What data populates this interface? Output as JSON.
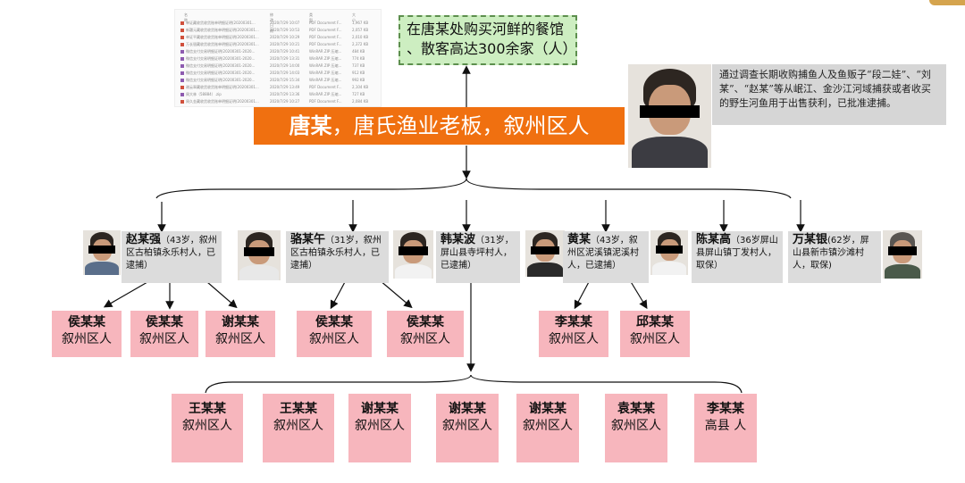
{
  "files": {
    "header": [
      "名称",
      "修改日期",
      "类型",
      "大小"
    ],
    "rows": [
      {
        "name": "单证藏收货收货账单明细证明(20200301...",
        "date": "2020/7/29 10:07",
        "type": "PDF Document F...",
        "size": "1,967 KB"
      },
      {
        "name": "新疆元藏收货收货账单明细证明(20200301...",
        "date": "2020/7/29 10:53",
        "type": "PDF Document F...",
        "size": "2,057 KB"
      },
      {
        "name": "单证平藏收货收货账单明细证明(20200301...",
        "date": "2020/7/29 10:29",
        "type": "PDF Document F...",
        "size": "2,010 KB"
      },
      {
        "name": "万长银藏收货收货账单明细证明(20200301...",
        "date": "2020/7/29 10:21",
        "type": "PDF Document F...",
        "size": "2,372 KB"
      },
      {
        "name": "微信支付交易明细证明(20200301-2020...",
        "date": "2020/7/29 10:41",
        "type": "WinRAR ZIP 压缩...",
        "size": "484 KB"
      },
      {
        "name": "微信支付交易明细证明(20200301-2020...",
        "date": "2020/7/29 13:31",
        "type": "WinRAR ZIP 压缩...",
        "size": "774 KB"
      },
      {
        "name": "微信支付交易明细证明(20200301-2020...",
        "date": "2020/7/29 14:00",
        "type": "WinRAR ZIP 压缩...",
        "size": "737 KB"
      },
      {
        "name": "微信支付交易明细证明(20200301-2020...",
        "date": "2020/7/29 14:03",
        "type": "WinRAR ZIP 压缩...",
        "size": "912 KB"
      },
      {
        "name": "微信支付交易明细证明(20200301-2020...",
        "date": "2020/7/29 15:34",
        "type": "WinRAR ZIP 压缩...",
        "size": "992 KB"
      },
      {
        "name": "谢云翠藏收货收货账单明细证明(20200301...",
        "date": "2020/7/29 13:49",
        "type": "PDF Document F...",
        "size": "2,104 KB"
      },
      {
        "name": "周大林（58884）.zip",
        "date": "2020/7/29 13:36",
        "type": "WinRAR ZIP 压缩...",
        "size": "727 KB"
      },
      {
        "name": "周久金藏收货收货账单明细证明(20200301...",
        "date": "2020/7/29 10:27",
        "type": "PDF Document F...",
        "size": "2,084 KB"
      }
    ]
  },
  "callout": {
    "line1": "在唐某处购买河鲜的餐馆",
    "line2": "、散客高达300余家（人）"
  },
  "banner": {
    "name": "唐某",
    "desc": "，唐氏渔业老板，叙州区人"
  },
  "note": {
    "text": "通过调查长期收购捕鱼人及鱼贩子“段二娃”、“刘某”、“赵某”等从岷江、金沙江河域捕获或者收买的野生河鱼用于出售获利，已批准逮捕。"
  },
  "tier": [
    {
      "name": "赵某强",
      "info": "（43岁，叙州区古柏镇永乐村人，已逮捕）"
    },
    {
      "name": "骆某午",
      "info": "（31岁，叙州区古柏镇永乐村人，已逮捕）"
    },
    {
      "name": "韩某波",
      "info": "（31岁，屏山县寺坪村人，已逮捕）"
    },
    {
      "name": "黄某",
      "info": "（43岁，叙州区泥溪镇泥溪村人，已逮捕）"
    },
    {
      "name": "陈某高",
      "info": "（36岁屏山县屏山镇丁发村人，取保）"
    },
    {
      "name": "万某银",
      "info": "(62岁，屏山县新市镇沙滩村人，取保)"
    }
  ],
  "row1": [
    {
      "name": "侯某某",
      "place": "叙州区人"
    },
    {
      "name": "侯某某",
      "place": "叙州区人"
    },
    {
      "name": "谢某某",
      "place": "叙州区人"
    },
    {
      "name": "侯某某",
      "place": "叙州区人"
    },
    {
      "name": "侯某某",
      "place": "叙州区人"
    },
    {
      "name": "李某某",
      "place": "叙州区人"
    },
    {
      "name": "邱某某",
      "place": "叙州区人"
    }
  ],
  "row2": [
    {
      "name": "王某某",
      "place": "叙州区人"
    },
    {
      "name": "王某某",
      "place": "叙州区人"
    },
    {
      "name": "谢某某",
      "place": "叙州区人"
    },
    {
      "name": "谢某某",
      "place": "叙州区人"
    },
    {
      "name": "谢某某",
      "place": "叙州区人"
    },
    {
      "name": "袁某某",
      "place": "叙州区人"
    },
    {
      "name": "李某某",
      "place": "高县 人"
    }
  ],
  "colors": {
    "banner": "#f07010",
    "callout": "#cdeec1",
    "tier": "#dcdcdc",
    "pink": "#f7b6bd",
    "note": "#d6d6d6"
  }
}
